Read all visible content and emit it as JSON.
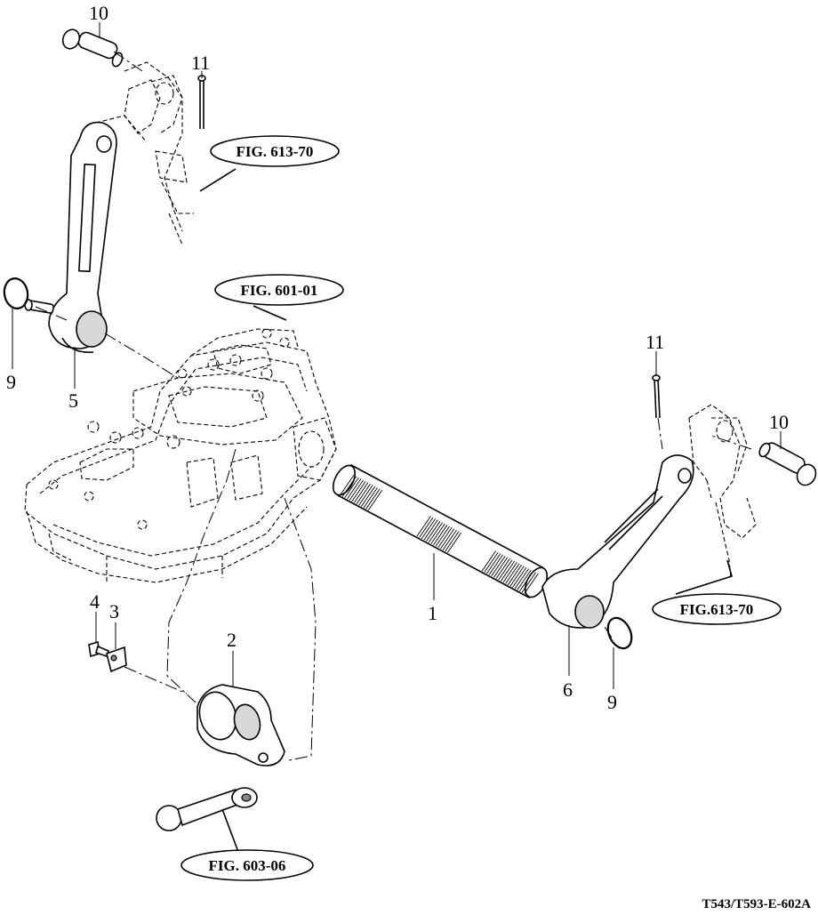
{
  "callouts": [
    {
      "id": "c1",
      "text": "1"
    },
    {
      "id": "c2",
      "text": "2"
    },
    {
      "id": "c3",
      "text": "3"
    },
    {
      "id": "c4",
      "text": "4"
    },
    {
      "id": "c5",
      "text": "5"
    },
    {
      "id": "c6",
      "text": "6"
    },
    {
      "id": "c9a",
      "text": "9"
    },
    {
      "id": "c9b",
      "text": "9"
    },
    {
      "id": "c10a",
      "text": "10"
    },
    {
      "id": "c10b",
      "text": "10"
    },
    {
      "id": "c11a",
      "text": "11"
    },
    {
      "id": "c11b",
      "text": "11"
    }
  ],
  "references": {
    "fig_613_70_top": "FIG. 613-70",
    "fig_601_01": "FIG. 601-01",
    "fig_613_70_right": "FIG.613-70",
    "fig_603_06": "FIG. 603-06"
  },
  "drawing_code": "T543/T593-E-602A"
}
